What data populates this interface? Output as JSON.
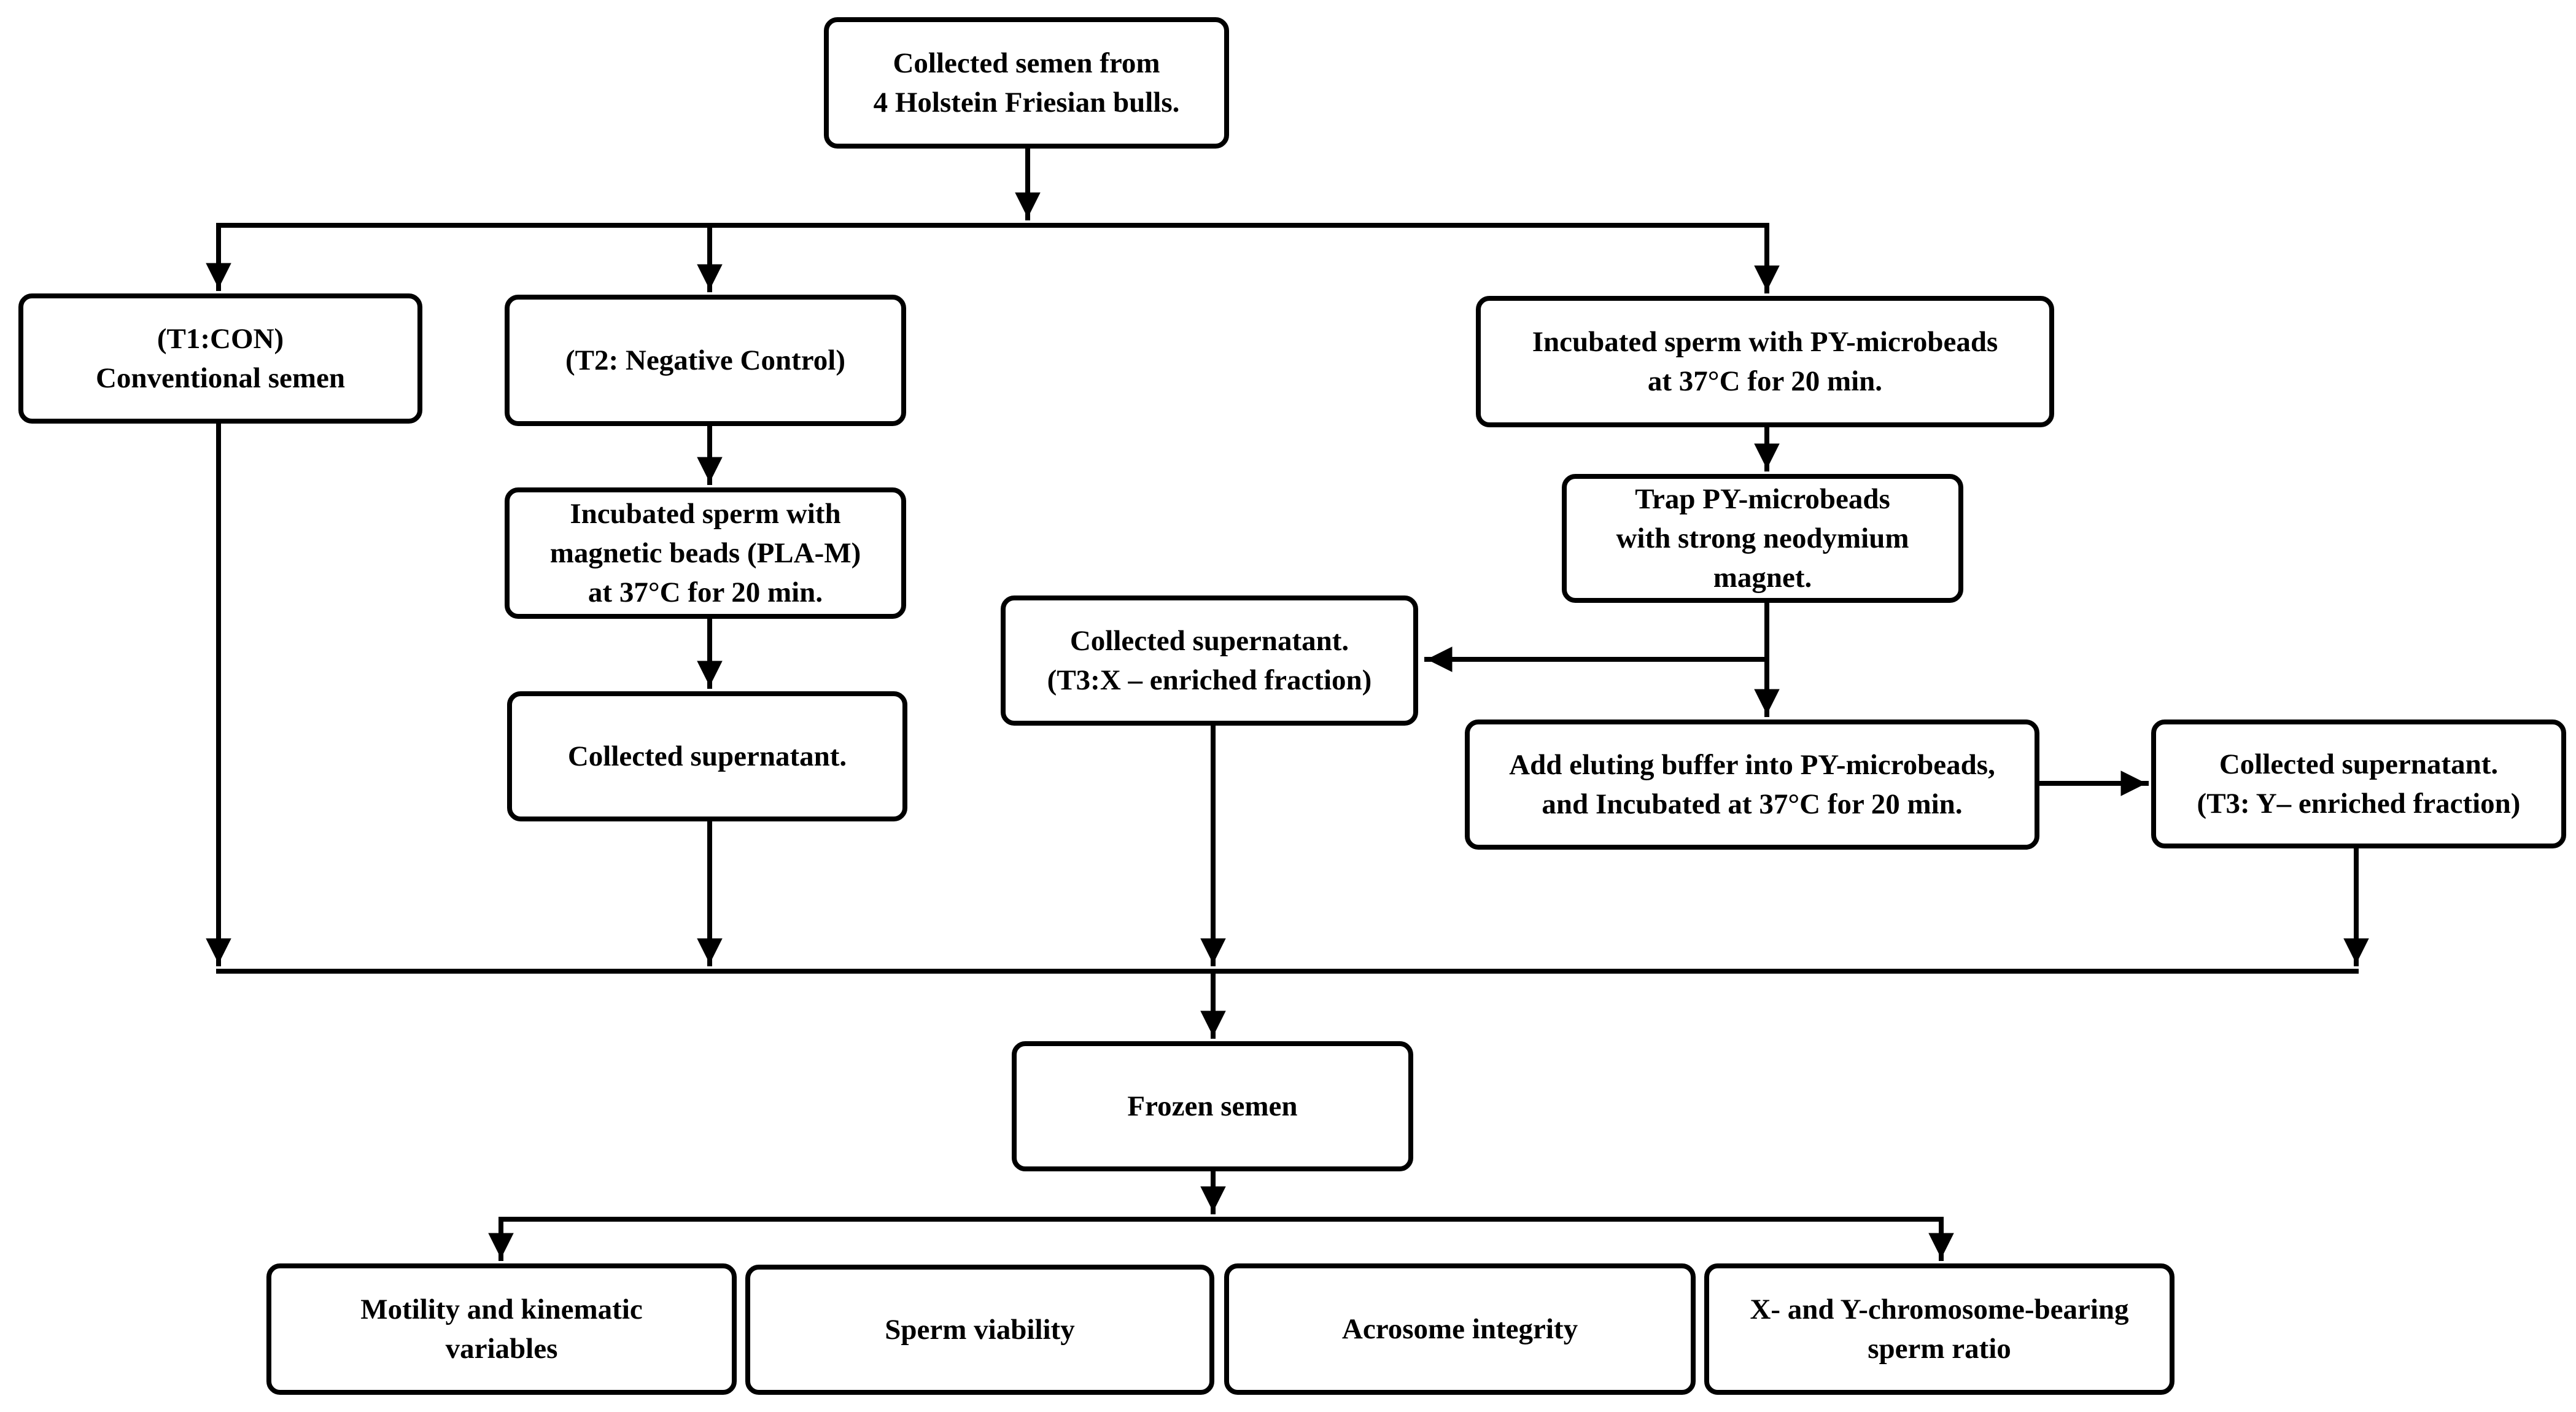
{
  "nodes": {
    "start": {
      "lines": [
        "Collected semen from",
        "4 Holstein Friesian bulls."
      ]
    },
    "t1": {
      "lines": [
        "(T1:CON)",
        "Conventional semen"
      ]
    },
    "t2": {
      "lines": [
        "(T2: Negative Control)"
      ]
    },
    "pla_incubate": {
      "lines": [
        "Incubated sperm with",
        "magnetic beads (PLA-M)",
        "at 37°C for 20 min."
      ]
    },
    "t2_supernatant": {
      "lines": [
        "Collected supernatant."
      ]
    },
    "py_incubate": {
      "lines": [
        "Incubated sperm with PY-microbeads",
        "at 37°C for 20 min."
      ]
    },
    "trap": {
      "lines": [
        "Trap PY-microbeads",
        "with strong neodymium",
        "magnet."
      ]
    },
    "t3x": {
      "lines": [
        "Collected supernatant.",
        "(T3:X – enriched fraction)"
      ]
    },
    "elute": {
      "lines": [
        "Add eluting buffer into PY-microbeads,",
        "and Incubated at 37°C for 20 min."
      ]
    },
    "t3y": {
      "lines": [
        "Collected supernatant.",
        "(T3: Y– enriched fraction)"
      ]
    },
    "frozen": {
      "lines": [
        "Frozen semen"
      ]
    },
    "motility": {
      "lines": [
        "Motility and kinematic",
        "variables"
      ]
    },
    "viability": {
      "lines": [
        "Sperm viability"
      ]
    },
    "acrosome": {
      "lines": [
        "Acrosome integrity"
      ]
    },
    "ratio": {
      "lines": [
        "X- and Y-chromosome-bearing",
        "sperm ratio"
      ]
    }
  },
  "colors": {
    "stroke": "#000000",
    "background": "#ffffff"
  }
}
